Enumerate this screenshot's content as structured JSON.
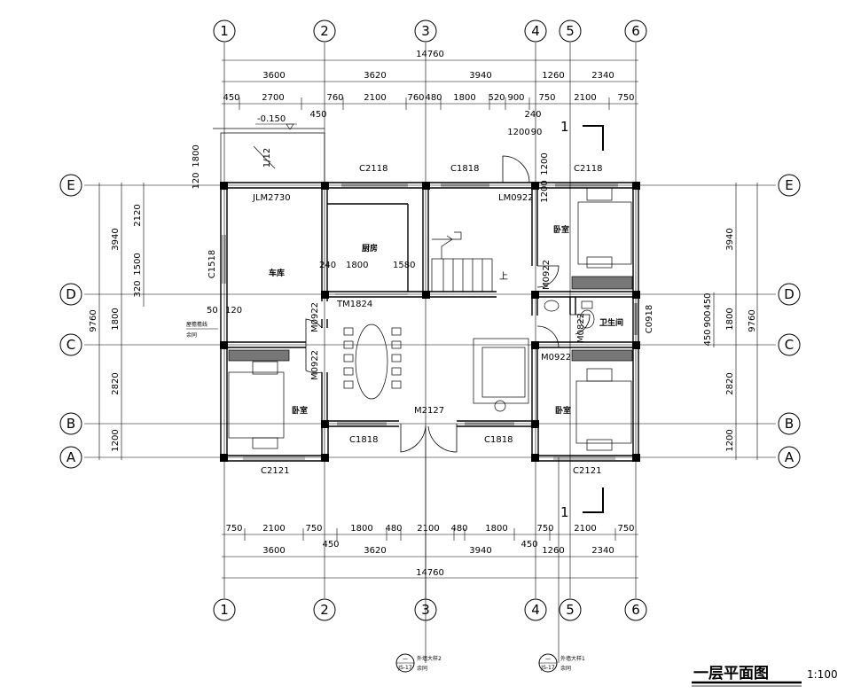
{
  "title": {
    "main": "一层平面图",
    "scale": "1:100"
  },
  "axes": {
    "vertical": [
      "1",
      "2",
      "3",
      "4",
      "5",
      "6"
    ],
    "horizontal": [
      "E",
      "D",
      "C",
      "B",
      "A"
    ]
  },
  "dims_top": {
    "overall": "14760",
    "row1": [
      "3600",
      "3620",
      "3940",
      "1260",
      "2340"
    ],
    "row2": [
      "450",
      "2700",
      "760",
      "2100",
      "760",
      "480",
      "1800",
      "520",
      "900",
      "750",
      "2100",
      "750"
    ],
    "extra": [
      "450",
      "240",
      "1200",
      "90"
    ]
  },
  "dims_bottom": {
    "row1": [
      "750",
      "2100",
      "750",
      "1800",
      "480",
      "2100",
      "480",
      "1800",
      "750",
      "2100",
      "750"
    ],
    "extra": [
      "450",
      "450"
    ],
    "row2": [
      "3600",
      "3620",
      "3940",
      "1260",
      "2340"
    ],
    "overall": "14760"
  },
  "dims_left": {
    "overall": "9760",
    "outer": [
      "3940",
      "1800",
      "2820",
      "1200"
    ],
    "inner": [
      "2120",
      "1500",
      "320",
      "1800",
      "120"
    ]
  },
  "dims_right": {
    "overall": "9760",
    "outer": [
      "3940",
      "1800",
      "2820",
      "1200"
    ],
    "inner": [
      "450",
      "900",
      "450"
    ]
  },
  "rooms": {
    "garage": "车库",
    "kitchen": "厨房",
    "bedroom_left": "卧室",
    "bedroom_ne": "卧室",
    "bedroom_se": "卧室",
    "bathroom": "卫生间",
    "up": "上"
  },
  "openings": {
    "jlm": "JLM2730",
    "c2118_a": "C2118",
    "c1818_top": "C1818",
    "lm0922": "LM0922",
    "c2118_b": "C2118",
    "c1518": "C1518",
    "tm1824": "TM1824",
    "m0922_a": "M0922",
    "m0922_b": "M0922",
    "m0922_c": "M0922",
    "m0822": "M0822",
    "m0922_d": "M0922",
    "c0918": "C0918",
    "m2127": "M2127",
    "c1818_bl": "C1818",
    "c1818_br": "C1818",
    "c2121_a": "C2121",
    "c2121_b": "C2121"
  },
  "notes": {
    "elev": "-0.150",
    "slope": "1/12",
    "dim_50": "50",
    "dim_120": "120",
    "dim_240_k": "240",
    "dim_1800_k": "1800",
    "dim_1580": "1580",
    "dim_1200_e": "1200",
    "dim_1200_e2": "1200",
    "gutter_line1": "屋檐檐线",
    "gutter_line2": "余同",
    "section_mark": "1",
    "detail1_title": "外墙大样2",
    "detail1_ref": "余同",
    "detail2_title": "外墙大样1",
    "detail2_ref": "余同",
    "detail_num": "一",
    "detail_sheet": "JS-17"
  }
}
